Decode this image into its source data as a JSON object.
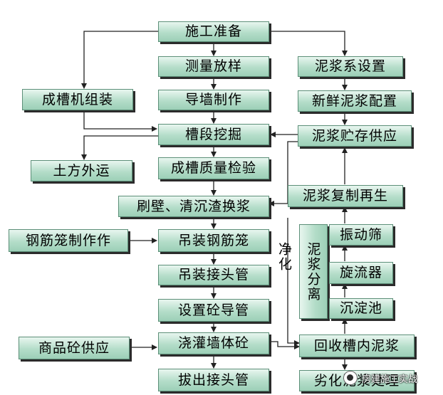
{
  "nodes": {
    "prep": "施工准备",
    "survey": "测量放样",
    "guide_wall": "导墙制作",
    "trench_dig": "槽段挖掘",
    "trench_check": "成槽质量检验",
    "brush_wall": "刷壁、清沉渣换浆",
    "machine_assembly": "成槽机组装",
    "earth_out": "土方外运",
    "rebar_make": "钢筋笼制作作",
    "hoist_rebar": "吊装钢筋笼",
    "hoist_joint": "吊装接头管",
    "set_pipe": "设置砼导管",
    "pour": "浇灌墙体砼",
    "pull_joint": "拔出接头管",
    "concrete_supply": "商品砼供应",
    "slurry_setup": "泥浆系设置",
    "fresh_slurry": "新鲜泥浆配置",
    "slurry_store": "泥浆贮存供应",
    "slurry_regen": "泥浆复制再生",
    "separation": "泥浆分离",
    "screen": "振动筛",
    "cyclone": "旋流器",
    "settling": "沉淀池",
    "recover": "回收槽内泥浆",
    "waste": "劣化泥浆处理"
  },
  "labels": {
    "purify": "净化"
  },
  "watermark": "房建施工实战",
  "colors": {
    "node_fill_top": "#e8f6ef",
    "node_fill_bottom": "#9ccfb7",
    "node_border": "#5c8f78",
    "shadow": "#2b2b2b",
    "arrow": "#222222"
  }
}
